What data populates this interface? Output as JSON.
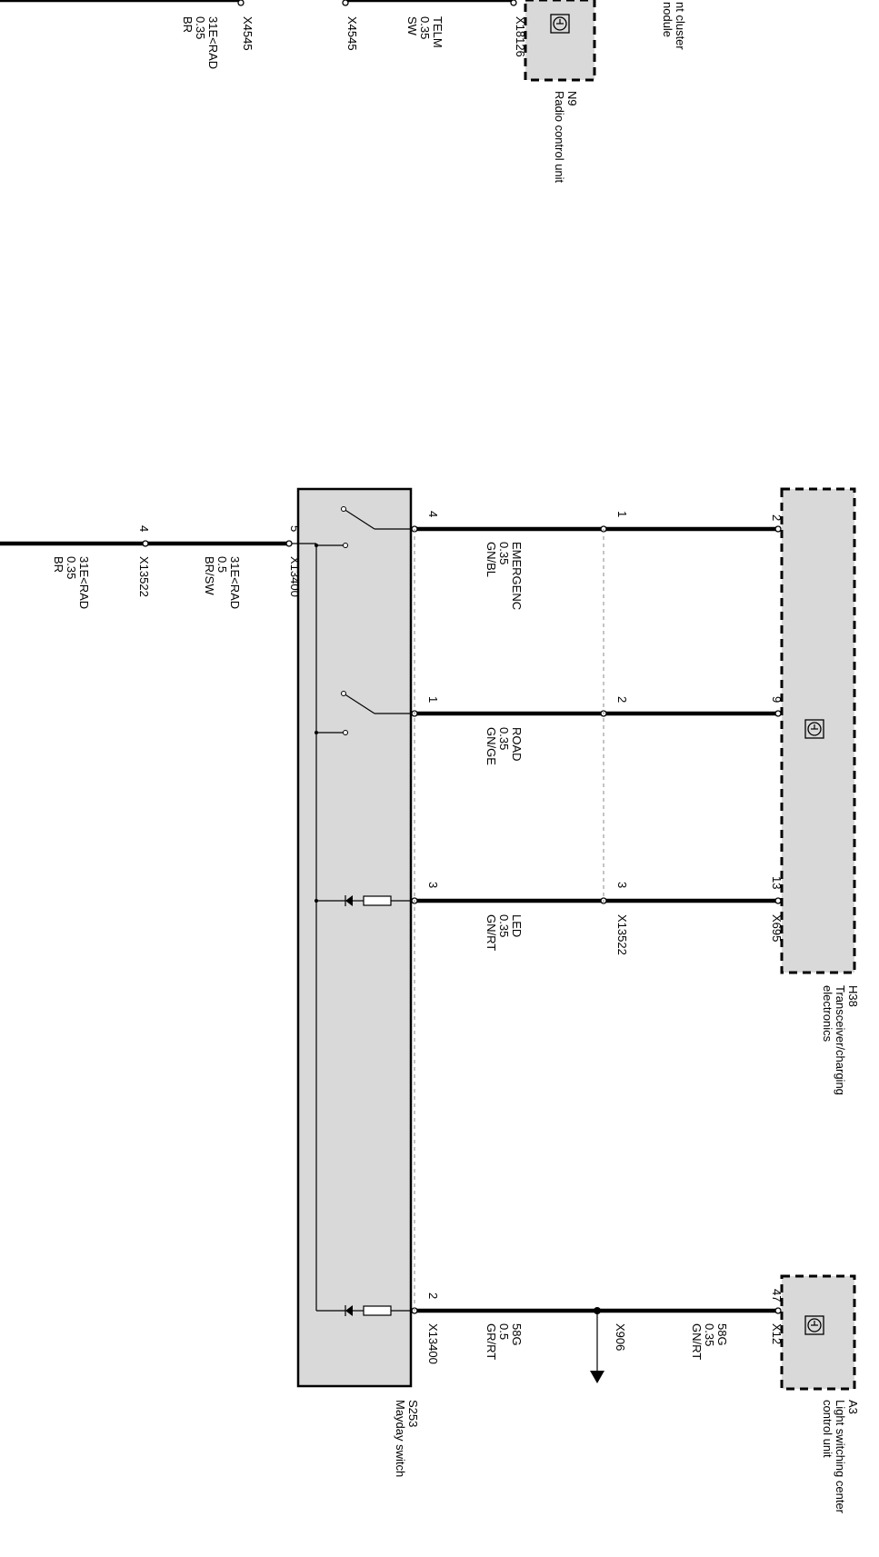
{
  "components": {
    "n9": {
      "code": "N9",
      "name": "Radio control unit"
    },
    "ic": {
      "line1": "nt cluster",
      "line2": "nodule"
    },
    "h38": {
      "code": "H38",
      "name_line1": "Transceiver/charging",
      "name_line2": "electronics"
    },
    "a3": {
      "code": "A3",
      "name_line1": "Light switching center",
      "name_line2": "control unit"
    },
    "s253": {
      "code": "S253",
      "name": "Mayday switch"
    }
  },
  "top_wires": [
    {
      "connector": "X4545",
      "signal": "31E<RAD",
      "size": "0.35",
      "color": "BR"
    },
    {
      "connector": "X4545",
      "signal": "TELM",
      "size": "0.35",
      "color": "SW"
    },
    {
      "connector": "X18126"
    }
  ],
  "wires": [
    {
      "signal": "EMERGENC",
      "size": "0.35",
      "color": "GN/BL",
      "pin_h38": "2",
      "pin_mid": "1",
      "pin_s": "4"
    },
    {
      "signal": "ROAD",
      "size": "0.35",
      "color": "GN/GE",
      "pin_h38": "9",
      "pin_mid": "2",
      "pin_s": "1"
    },
    {
      "signal": "LED",
      "size": "0.35",
      "color": "GN/RT",
      "pin_h38": "13",
      "pin_mid": "3",
      "pin_s": "3",
      "conn_h38": "X695",
      "conn_mid": "X13522"
    },
    {
      "upper_signal": "58G",
      "upper_size": "0.35",
      "upper_color": "GN/RT",
      "pin_a3": "47",
      "conn_a3": "X12",
      "conn_mid": "X906",
      "lower_signal": "58G",
      "lower_size": "0.5",
      "lower_color": "GR/RT",
      "pin_s": "2",
      "conn_s": "X13400"
    }
  ],
  "ground": {
    "pin_s": "5",
    "conn_s": "X13400",
    "signal_a": "31E<RAD",
    "size_a": "0.5",
    "color_a": "BR/SW",
    "pin_b": "4",
    "conn_b": "X13522",
    "signal_b": "31E<RAD",
    "size_b": "0.35",
    "color_b": "BR"
  }
}
